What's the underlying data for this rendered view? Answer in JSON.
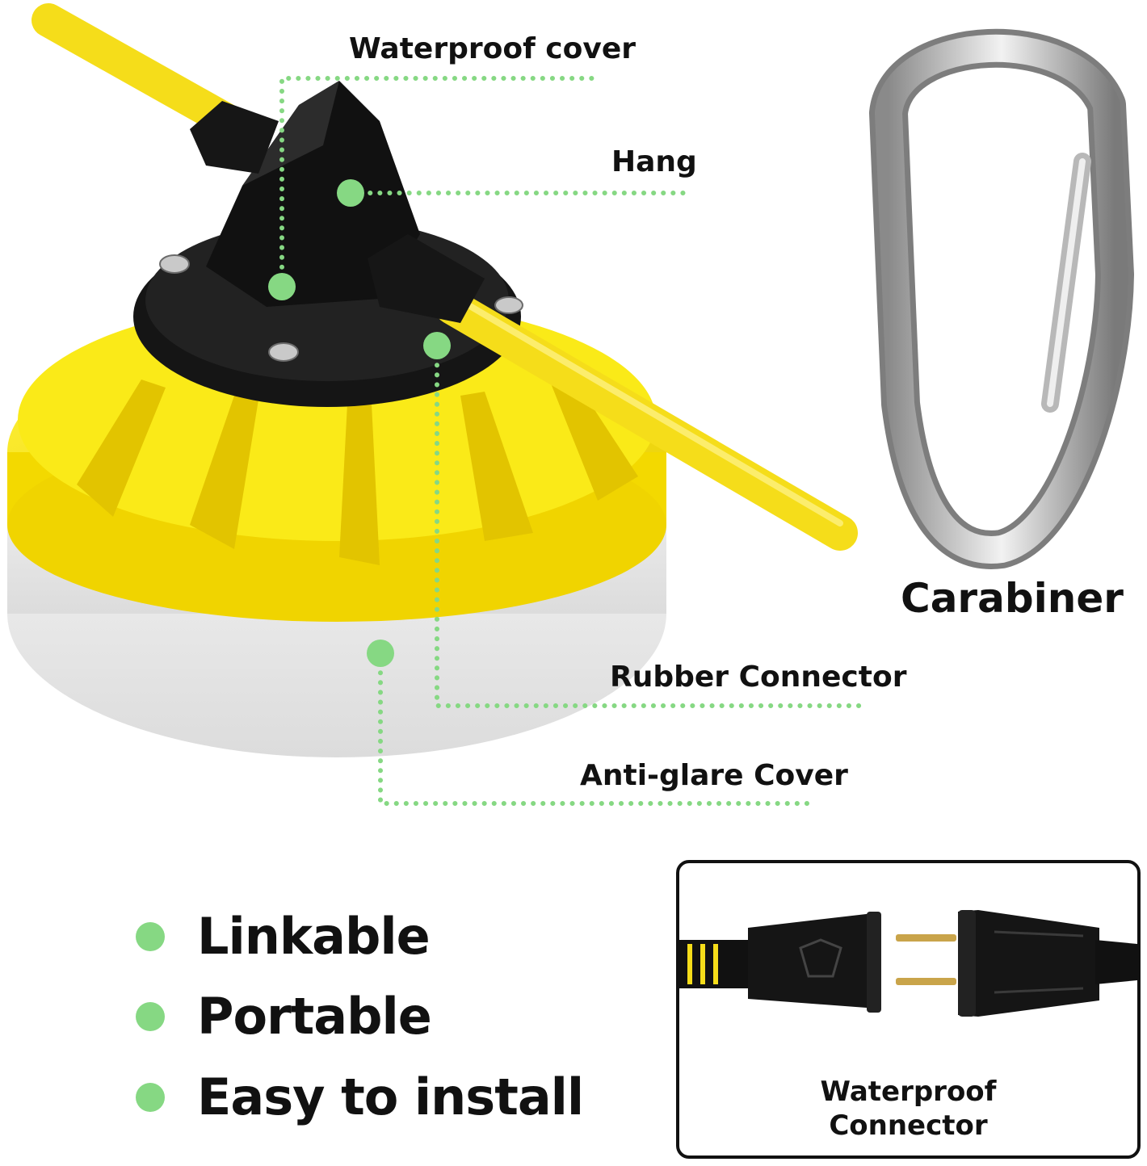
{
  "callouts": {
    "waterproof_cover": "Waterproof cover",
    "hang": "Hang",
    "rubber_connector": "Rubber Connector",
    "anti_glare_cover": "Anti-glare Cover"
  },
  "carabiner_label": "Carabiner",
  "features": [
    {
      "label": "Linkable"
    },
    {
      "label": "Portable"
    },
    {
      "label": "Easy to install"
    }
  ],
  "connector_caption": {
    "line1": "Waterproof",
    "line2": "Connector"
  },
  "colors": {
    "accent_green": "#86d883",
    "lamp_yellow": "#f6e000",
    "cable_yellow": "#f5dd1a",
    "lamp_black": "#151515",
    "diffuser_white": "#eeeeee"
  }
}
